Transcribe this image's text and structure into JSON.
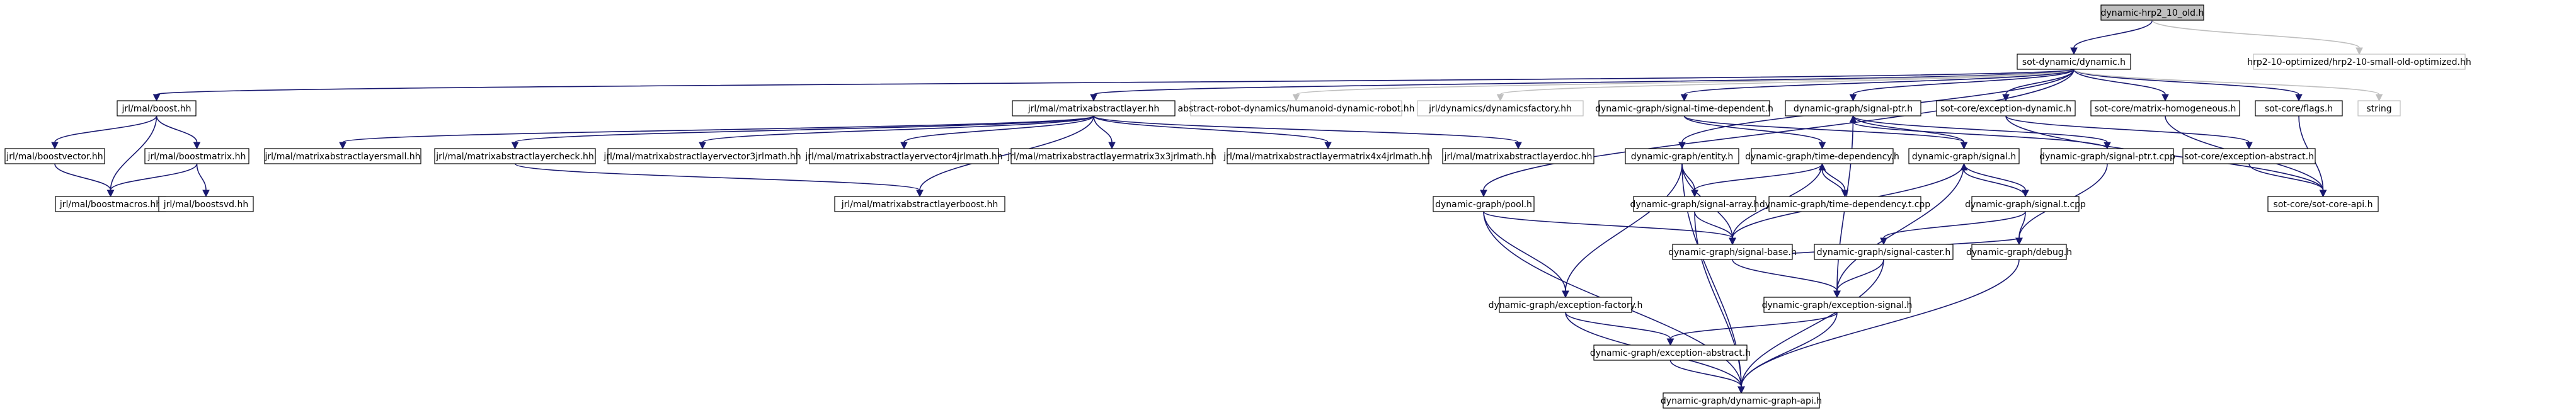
{
  "nodes": {
    "n0": "dynamic-hrp2_10_old.h",
    "n1": "sot-dynamic/dynamic.h",
    "n2": "hrp2-10-optimized/hrp2-10-small-old-optimized.hh",
    "n3": "jrl/mal/boost.hh",
    "n4": "jrl/mal/matrixabstractlayer.hh",
    "n5": "abstract-robot-dynamics/humanoid-dynamic-robot.hh",
    "n6": "jrl/dynamics/dynamicsfactory.hh",
    "n7": "dynamic-graph/signal-time-dependent.h",
    "n8": "dynamic-graph/signal-ptr.h",
    "n9": "sot-core/exception-dynamic.h",
    "n10": "sot-core/matrix-homogeneous.h",
    "n11": "sot-core/flags.h",
    "n12": "string",
    "n13": "jrl/mal/boostvector.hh",
    "n14": "jrl/mal/boostmatrix.hh",
    "n15": "jrl/mal/boostmacros.hh",
    "n16": "jrl/mal/boostsvd.hh",
    "n17": "jrl/mal/matrixabstractlayersmall.hh",
    "n18": "jrl/mal/matrixabstractlayercheck.hh",
    "n19": "jrl/mal/matrixabstractlayervector3jrlmath.hh",
    "n20": "jrl/mal/matrixabstractlayervector4jrlmath.hh",
    "n21": "jrl/mal/matrixabstractlayermatrix3x3jrlmath.hh",
    "n22": "jrl/mal/matrixabstractlayermatrix4x4jrlmath.hh",
    "n23": "jrl/mal/matrixabstractlayerdoc.hh",
    "n24": "jrl/mal/matrixabstractlayerboost.hh",
    "n25": "dynamic-graph/entity.h",
    "n26": "dynamic-graph/time-dependency.h",
    "n27": "dynamic-graph/signal.h",
    "n28": "dynamic-graph/signal-ptr.t.cpp",
    "n29": "sot-core/exception-abstract.h",
    "n30": "sot-core/sot-core-api.h",
    "n31": "dynamic-graph/pool.h",
    "n32": "dynamic-graph/signal-array.h",
    "n33": "dynamic-graph/time-dependency.t.cpp",
    "n34": "dynamic-graph/signal.t.cpp",
    "n35": "dynamic-graph/signal-base.h",
    "n36": "dynamic-graph/signal-caster.h",
    "n37": "dynamic-graph/debug.h",
    "n38": "dynamic-graph/exception-factory.h",
    "n39": "dynamic-graph/exception-signal.h",
    "n40": "dynamic-graph/exception-abstract.h",
    "n41": "dynamic-graph/dynamic-graph-api.h"
  }
}
